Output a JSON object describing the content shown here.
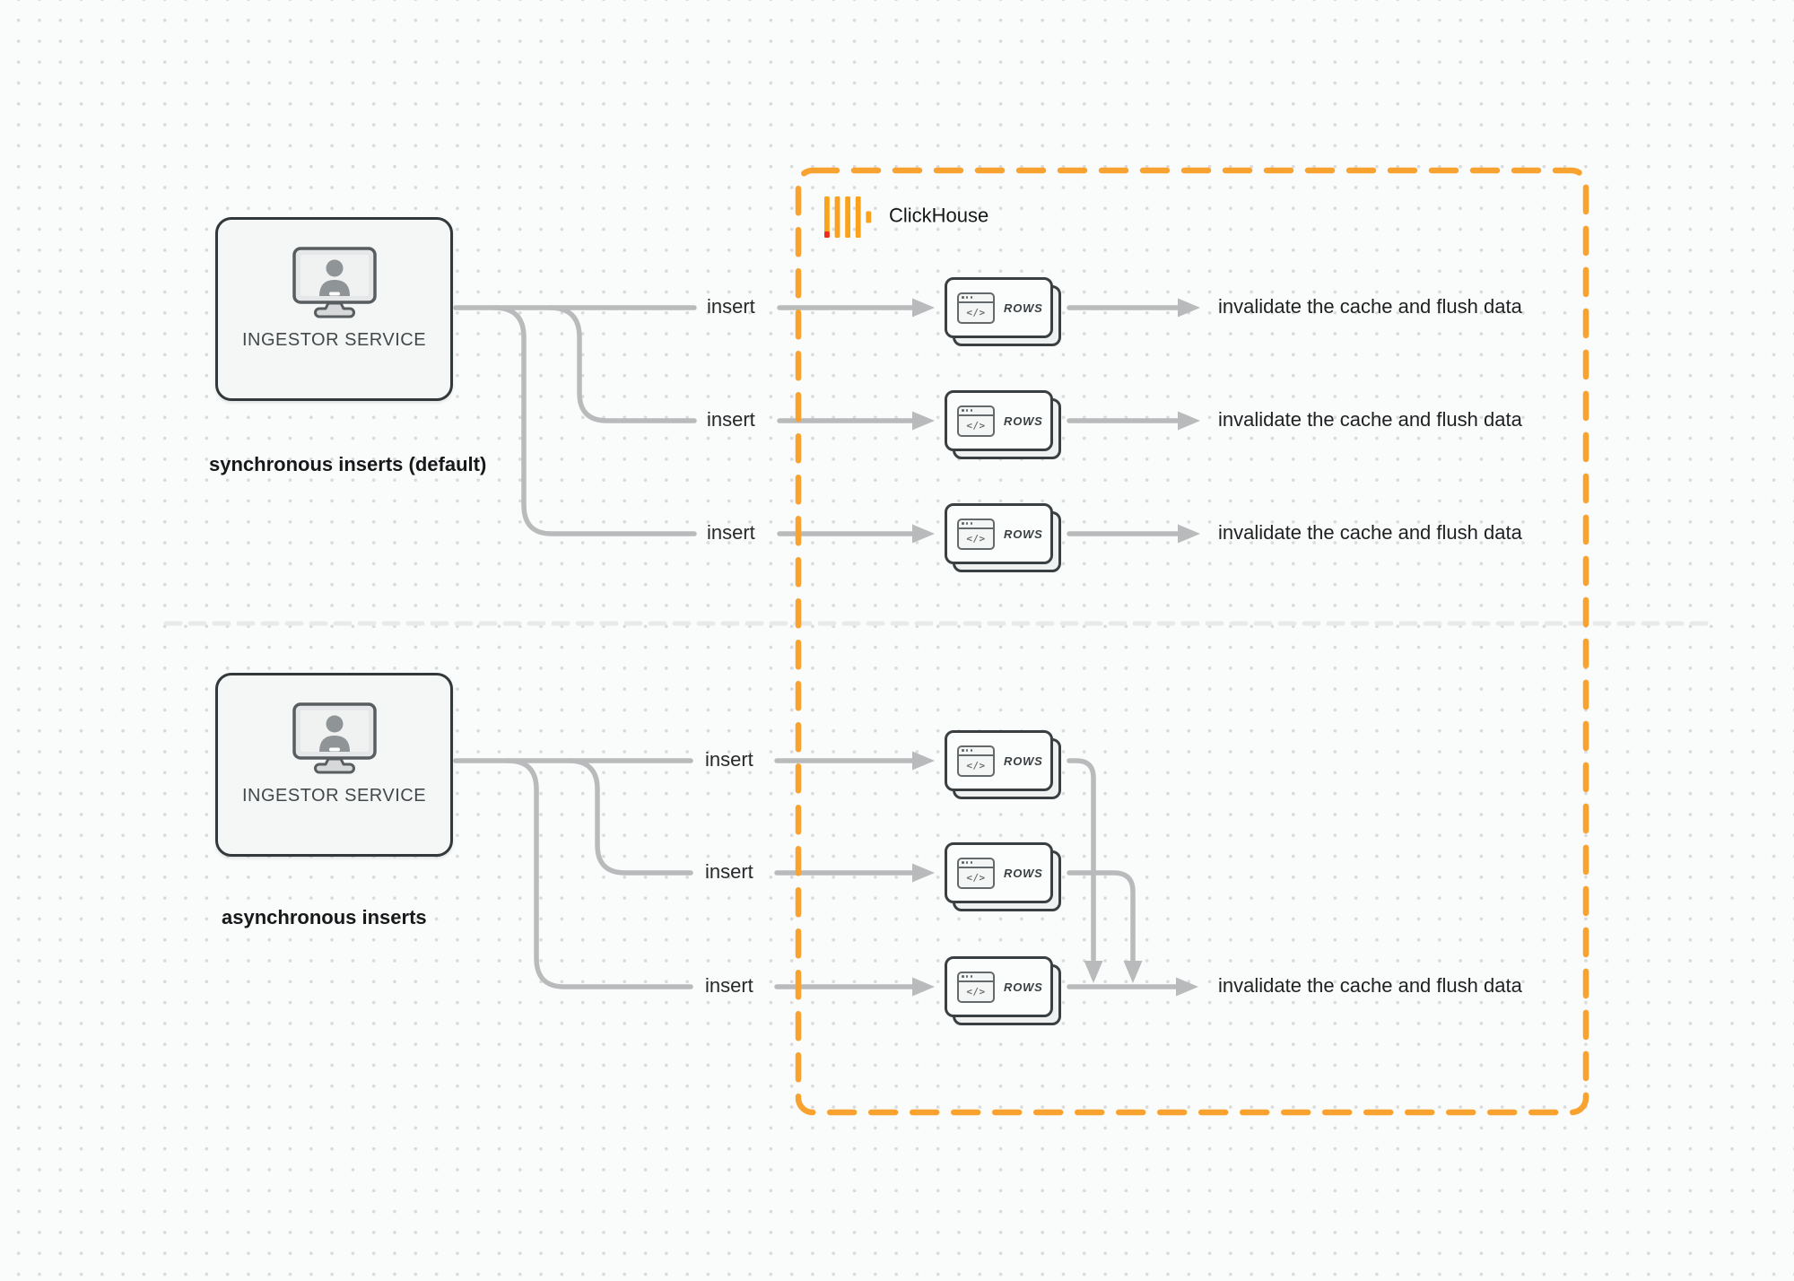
{
  "clickhouse": {
    "title": "ClickHouse"
  },
  "row_card": {
    "label": "ROWS",
    "glyph": "</>"
  },
  "sync": {
    "section_label": "synchronous inserts (default)",
    "service_label": "INGESTOR SERVICE",
    "insert_labels": [
      "insert",
      "insert",
      "insert"
    ],
    "result_labels": [
      "invalidate the cache and flush data",
      "invalidate the cache and flush data",
      "invalidate the cache and flush data"
    ]
  },
  "async": {
    "section_label": "asynchronous inserts",
    "service_label": "INGESTOR SERVICE",
    "insert_labels": [
      "insert",
      "insert",
      "insert"
    ],
    "result_label": "invalidate the cache and flush data"
  },
  "colors": {
    "accent_orange": "#F8A230",
    "logo_yellow": "#FAA21C",
    "logo_red": "#EE2A1E",
    "connector_gray": "#B9BABB",
    "divider_gray": "#E8E9EA",
    "border_dark": "#33383B"
  }
}
